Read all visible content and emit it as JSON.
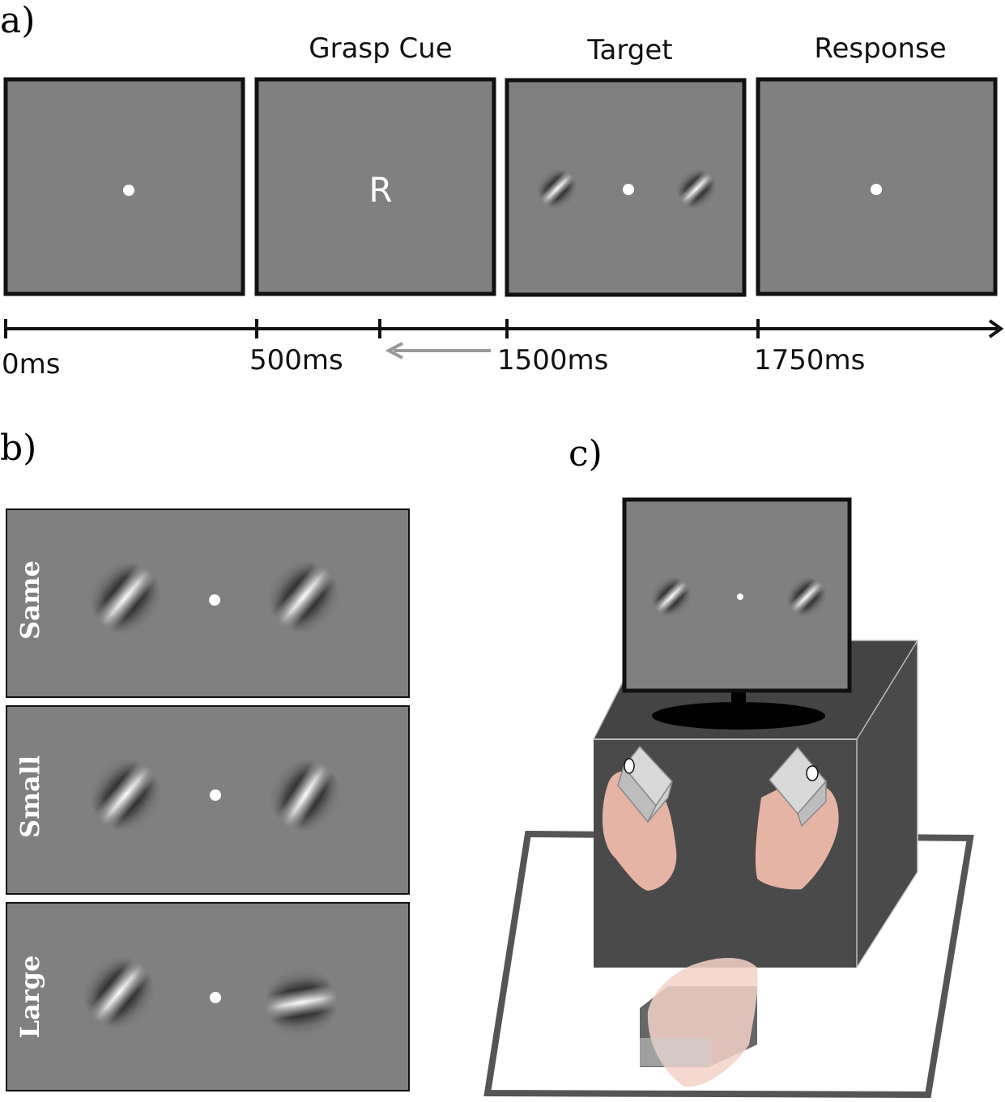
{
  "panels": {
    "a": "a)",
    "b": "b)",
    "c": "c)"
  },
  "panel_a": {
    "frame_titles": [
      "",
      "Grasp Cue",
      "Target",
      "Response"
    ],
    "cue_letter": "R",
    "timeline_labels": [
      "0ms",
      "500ms",
      "1500ms",
      "1750ms"
    ]
  },
  "panel_b": {
    "rows": [
      "Same",
      "Small",
      "Large"
    ]
  },
  "colors": {
    "screen_gray": "#808080",
    "frame_border": "#111111",
    "box_dark": "#4a4a4a",
    "skin": "#e8b8a8",
    "arrow_gray": "#999999"
  }
}
